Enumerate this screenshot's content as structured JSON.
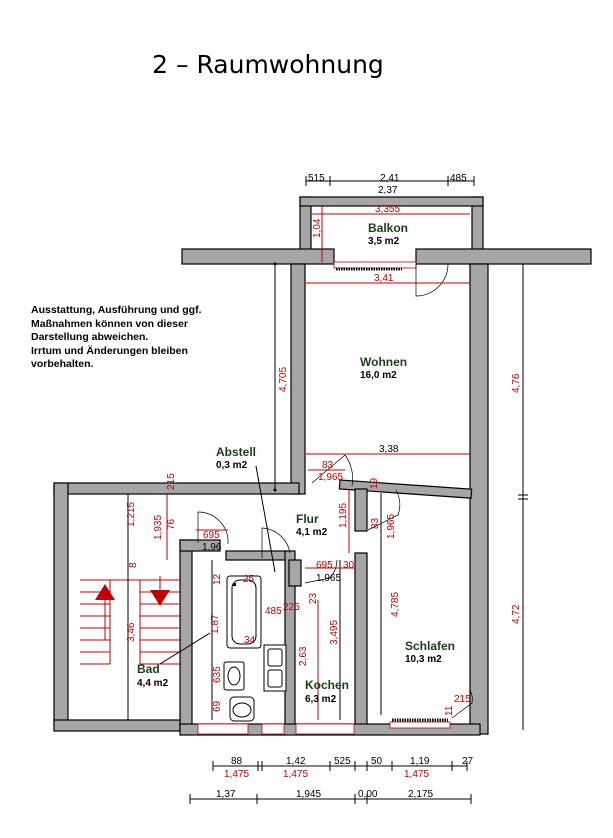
{
  "title": "2 – Raumwohnung",
  "disclaimer": [
    "Ausstattung, Ausführung und ggf.",
    "Maßnahmen können von dieser",
    "Darstellung abweichen.",
    "Irrtum und Änderungen bleiben",
    "vorbehalten."
  ],
  "rooms": {
    "balkon": {
      "name": "Balkon",
      "area": "3,5 m2"
    },
    "wohnen": {
      "name": "Wohnen",
      "area": "16,0 m2"
    },
    "abstell": {
      "name": "Abstell",
      "area": "0,3 m2"
    },
    "flur": {
      "name": "Flur",
      "area": "4,1 m2"
    },
    "schlafen": {
      "name": "Schlafen",
      "area": "10,3 m2"
    },
    "bad": {
      "name": "Bad",
      "area": "4,4 m2"
    },
    "kochen": {
      "name": "Kochen",
      "area": "6,3 m2"
    }
  },
  "dimensions": {
    "top_51": "515",
    "top_241": "2,41",
    "top_48": "485",
    "top_237": "2,37",
    "balk_335": "3,355",
    "balk_104": "1,04",
    "w_341": "3,41",
    "w_470": "4,705",
    "w_338": "3,38",
    "r_476": "4,76",
    "r_472": "4,72",
    "d_83a": "83",
    "d_196a": "1,965",
    "d_83b": "83",
    "d_196b": "1,965",
    "d_21a": "215",
    "d_19": "19",
    "d_76": "76",
    "d_193": "1,935",
    "d_121": "1,215",
    "d_69a": "695",
    "d_196c": "1,96",
    "d_119": "1,195",
    "d_69b": "695",
    "d_196d": "1,965",
    "d_30": "30",
    "d_8": "8",
    "d_12": "12",
    "d_25": "25",
    "d_48": "485",
    "d_22": "225",
    "d_23": "23",
    "d_478": "4,785",
    "d_349": "3,495",
    "d_34": "34",
    "d_187": "1,87",
    "d_346": "3,46",
    "d_263": "2,63",
    "d_63": "635",
    "d_69c": "69",
    "d_21b": "215",
    "d_11": "11",
    "b_88": "88",
    "b_142": "1,42",
    "b_52": "525",
    "b_50": "50",
    "b_119": "1,19",
    "b_27": "27",
    "b_147a": "1,475",
    "b_147b": "1,475",
    "b_147c": "1,475",
    "b_137": "1,37",
    "b_194": "1,945",
    "b_000": "0,00",
    "b_217": "2,175"
  }
}
